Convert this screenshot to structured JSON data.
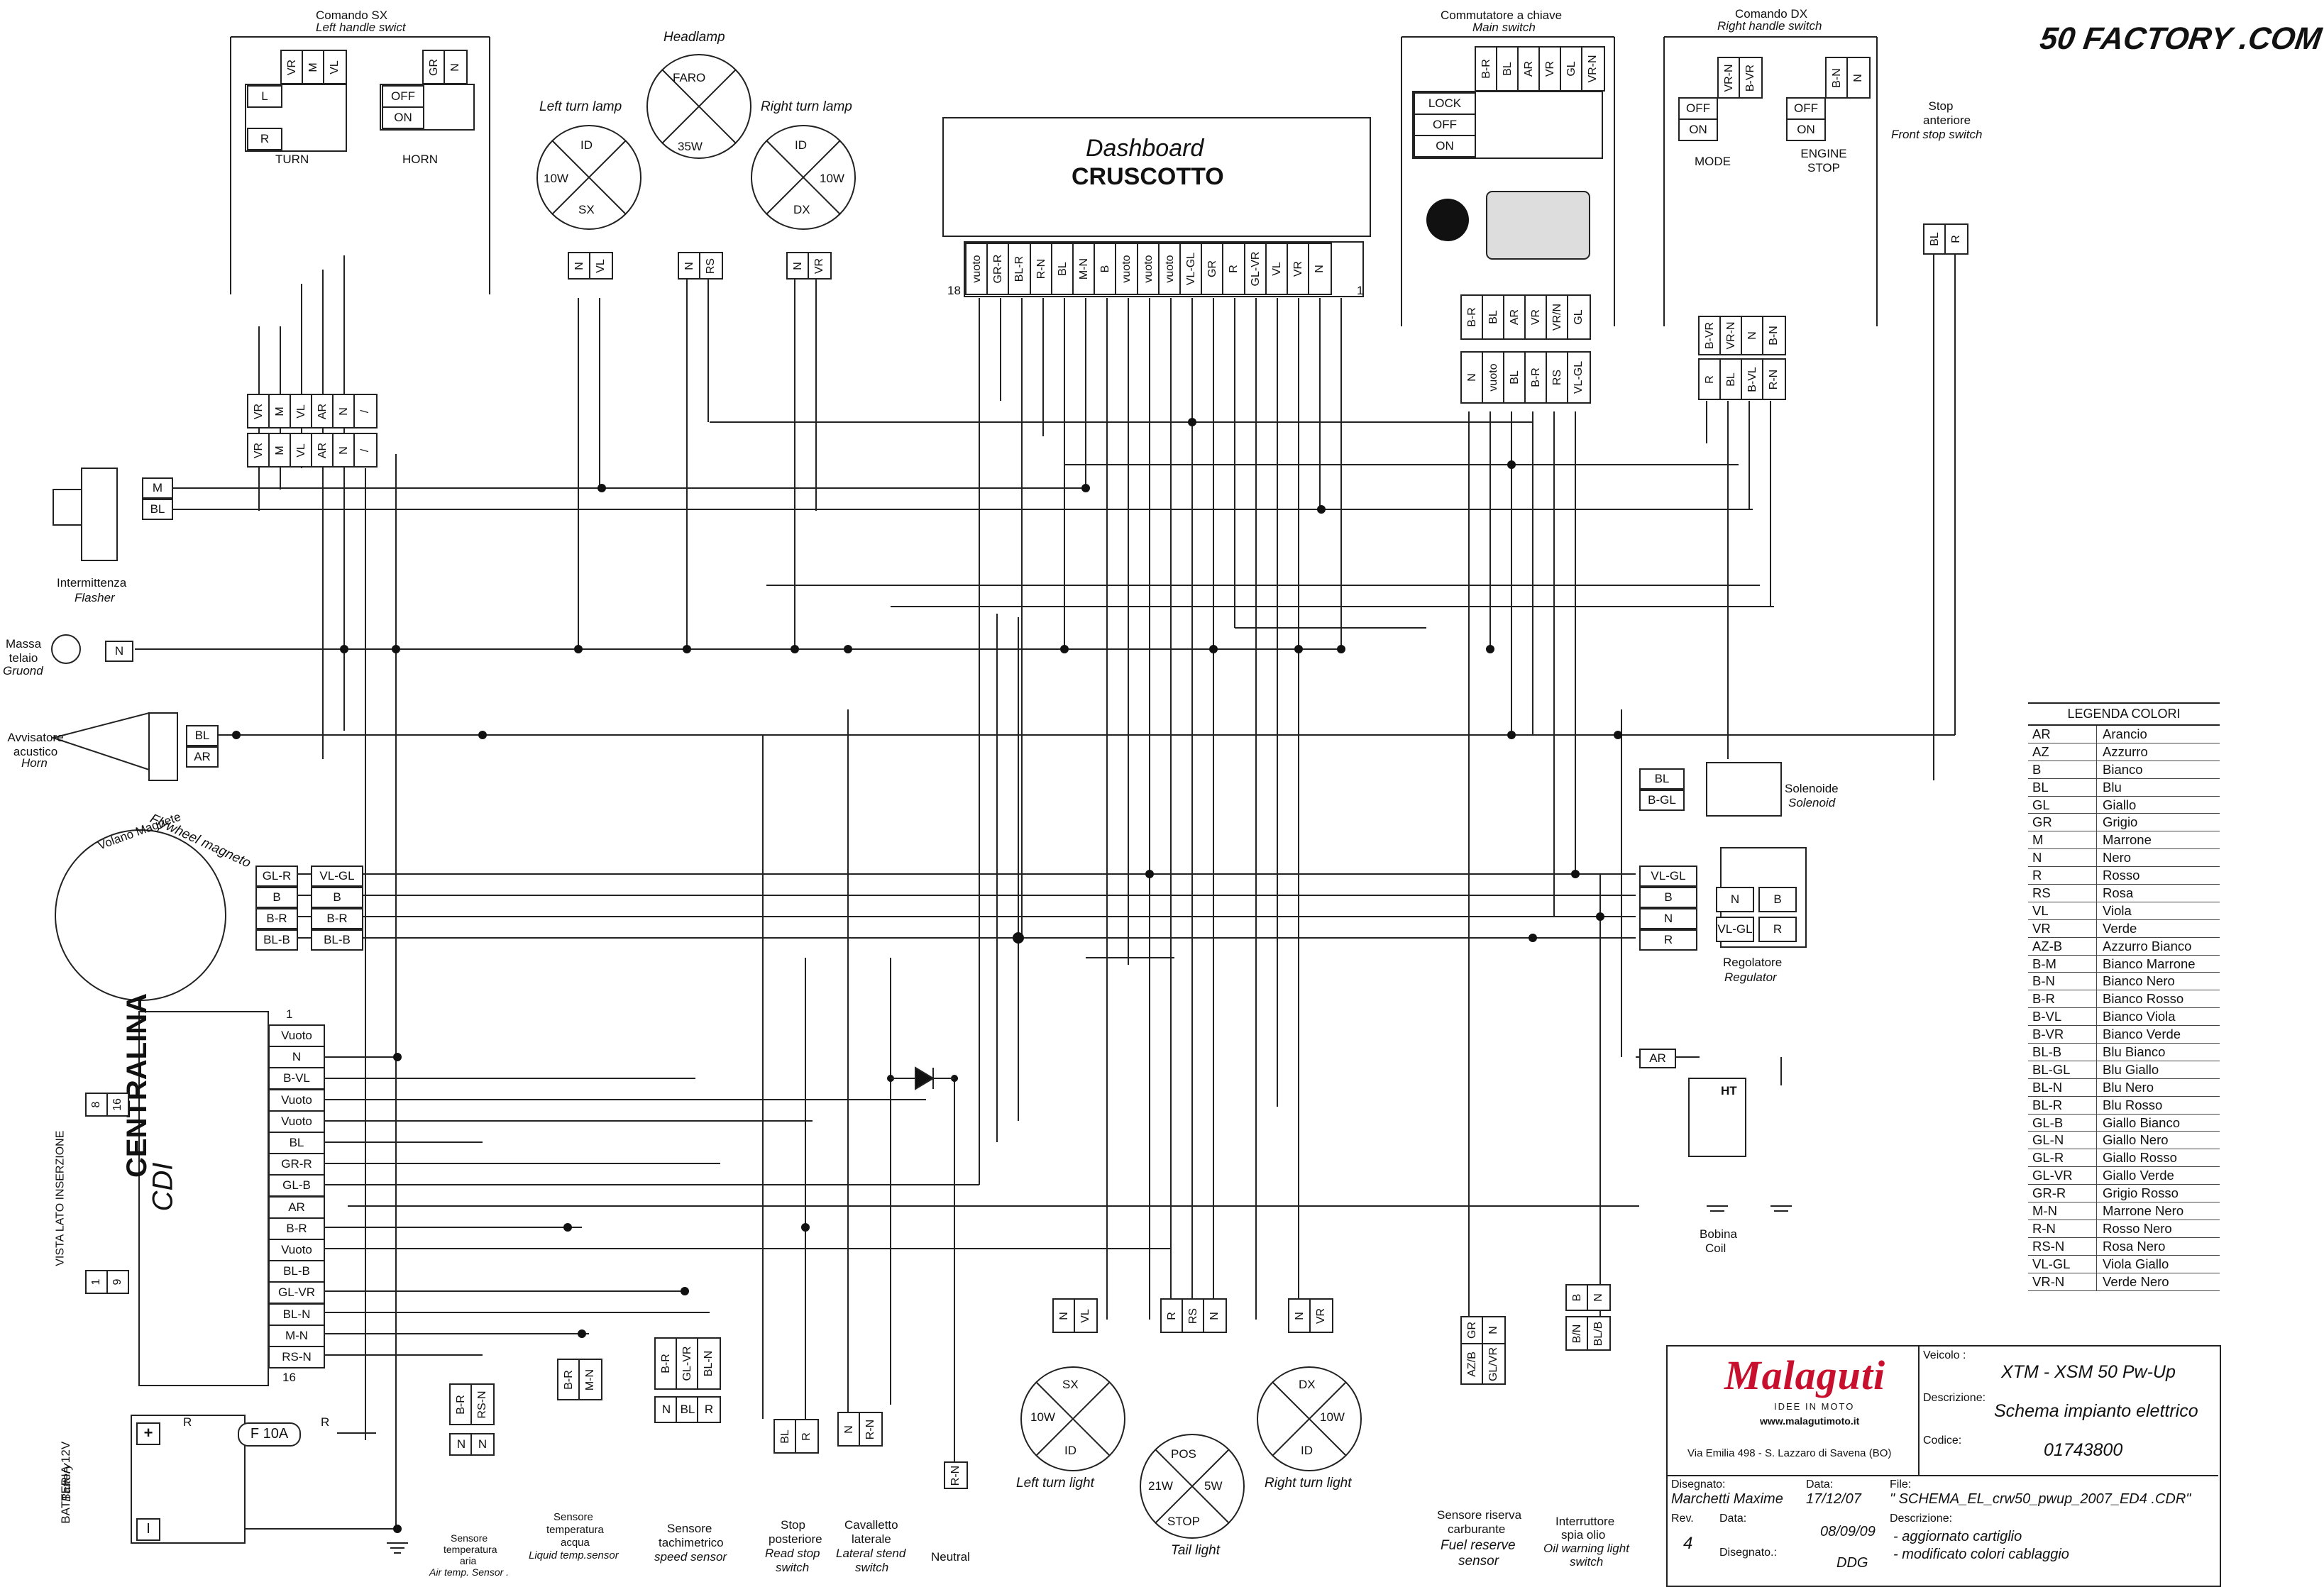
{
  "brand_logo": "50 FACTORY .COM",
  "dashboard": {
    "title_en": "Dashboard",
    "title_it": "CRUSCOTTO",
    "pins": [
      "vuoto",
      "GR-R",
      "BL-R",
      "R-N",
      "BL",
      "M-N",
      "B",
      "vuoto",
      "vuoto",
      "vuoto",
      "VL-GL",
      "GR",
      "R",
      "GL-VR",
      "VL",
      "VR",
      "N"
    ],
    "pin_first": "18",
    "pin_last": "1"
  },
  "left_switch": {
    "title_it": "Comando SX",
    "title_en": "Left handle swict",
    "turn_cols": [
      "VR",
      "M",
      "VL"
    ],
    "turn_rows": [
      "L",
      "",
      "R"
    ],
    "turn_label": "TURN",
    "horn_cols": [
      "GR",
      "N"
    ],
    "horn_rows": [
      "OFF",
      "ON"
    ],
    "horn_label": "HORN",
    "connector": [
      "VR",
      "M",
      "VL",
      "AR",
      "N",
      "/"
    ]
  },
  "headlamp": {
    "title": "Headlamp",
    "name": "FARO",
    "watt": "35W",
    "wires": [
      "N",
      "RS"
    ]
  },
  "left_turn_lamp": {
    "title": "Left turn lamp",
    "top": "ID",
    "left": "10W",
    "bottom": "SX",
    "wires": [
      "N",
      "VL"
    ]
  },
  "right_turn_lamp": {
    "title": "Right turn lamp",
    "top": "ID",
    "right": "10W",
    "bottom": "DX",
    "wires": [
      "N",
      "VR"
    ]
  },
  "main_switch": {
    "title_it": "Commutatore a chiave",
    "title_en": "Main switch",
    "cols": [
      "B-R",
      "BL",
      "AR",
      "VR",
      "GL",
      "VR-N"
    ],
    "rows": [
      "LOCK",
      "OFF",
      "ON"
    ],
    "conn_top": [
      "B-R",
      "BL",
      "AR",
      "VR",
      "VR/N",
      "GL"
    ],
    "conn_bottom": [
      "N",
      "vuoto",
      "BL",
      "B-R",
      "RS",
      "VL-GL"
    ]
  },
  "right_switch": {
    "title_it": "Comando DX",
    "title_en": "Right handle switch",
    "mode_cols": [
      "VR-N",
      "B-VR"
    ],
    "engine_cols": [
      "B-N",
      "N"
    ],
    "rows": [
      "OFF",
      "ON"
    ],
    "mode_label": "MODE",
    "engine_label": "ENGINE STOP",
    "conn_top": [
      "B-VR",
      "VR-N",
      "N",
      "B-N"
    ],
    "conn_bottom": [
      "R",
      "BL",
      "B-VL",
      "R-N"
    ]
  },
  "front_stop": {
    "title_it": "Stop anteriore",
    "title_en": "Front stop switch",
    "wires": [
      "BL",
      "R"
    ]
  },
  "flasher": {
    "title_it": "Intermittenza",
    "title_en": "Flasher",
    "pins": [
      "M",
      "BL"
    ]
  },
  "ground": {
    "title_it": "Massa telaio",
    "title_en": "Gruond",
    "pin": "N"
  },
  "horn": {
    "title_it": "Avvisatore acustico",
    "title_en": "Horn",
    "pins": [
      "BL",
      "AR"
    ]
  },
  "flywheel": {
    "title_it": "Volano Magnete",
    "title_en": "Flywheel magneto",
    "pins_a": [
      "GL-R",
      "B",
      "B-R",
      "BL-B"
    ],
    "pins_b": [
      "VL-GL",
      "B",
      "B-R",
      "BL-B"
    ]
  },
  "cdi": {
    "title_it": "CDI",
    "title_it2": "CENTRALINA",
    "side_label": "VISTA LATO INSERZIONE",
    "pins": [
      "Vuoto",
      "N",
      "B-VL",
      "Vuoto",
      "Vuoto",
      "BL",
      "GR-R",
      "GL-B",
      "AR",
      "B-R",
      "Vuoto",
      "BL-B",
      "GL-VR",
      "BL-N",
      "M-N",
      "RS-N"
    ],
    "pin_first": "1",
    "pin_last": "16",
    "grid_nums": [
      "8",
      "16",
      "1",
      "9"
    ]
  },
  "battery": {
    "title_it": "BATTERIA 12V",
    "title_en": "Battery",
    "plus": "+",
    "minus": "I",
    "fuse": "F 10A",
    "wire": "R"
  },
  "solenoid": {
    "title_it": "Solenoide",
    "title_en": "Solenoid",
    "pins": [
      "BL",
      "B-GL"
    ]
  },
  "regulator": {
    "title_it": "Regolatore",
    "title_en": "Regulator",
    "pins": [
      "VL-GL",
      "B",
      "N",
      "R"
    ],
    "plug": [
      "N",
      "B",
      "VL-GL",
      "R"
    ]
  },
  "coil": {
    "title_it": "Bobina",
    "title_it2": "Coil",
    "ht": "HT",
    "pin": "AR"
  },
  "air_sensor": {
    "t1": "Sensore",
    "t2": "temperatura",
    "t3": "aria",
    "t4": "Air temp. Sensor .",
    "pins": [
      "B-R",
      "RS-N"
    ],
    "pins2": [
      "N",
      "N"
    ]
  },
  "water_sensor": {
    "t1": "Sensore",
    "t2": "temperatura",
    "t3": "acqua",
    "t4": "Liquid temp.sensor",
    "pins": [
      "B-R",
      "M-N"
    ]
  },
  "speed_sensor": {
    "t1": "Sensore",
    "t2": "tachimetrico",
    "t3": "speed sensor",
    "pins": [
      "B-R",
      "GL-VR",
      "BL-N"
    ],
    "pins2": [
      "N",
      "BL",
      "R"
    ]
  },
  "rear_stop": {
    "t1": "Stop",
    "t2": "posteriore",
    "t3": "Read stop",
    "t4": "switch",
    "pins": [
      "BL",
      "R"
    ]
  },
  "side_stand": {
    "t1": "Cavalletto",
    "t2": "laterale",
    "t3": "Lateral stend",
    "t4": "switch",
    "pins": [
      "N",
      "R-N"
    ]
  },
  "neutral": {
    "label": "Neutral",
    "wire": "R-N"
  },
  "left_turn_light": {
    "title": "Left  turn light",
    "top": "SX",
    "left": "10W",
    "bottom": "ID",
    "wires": [
      "N",
      "VL"
    ]
  },
  "tail_light": {
    "title": "Tail light",
    "top": "POS",
    "left": "21W",
    "right": "5W",
    "bottom": "STOP",
    "wires": [
      "R",
      "RS",
      "N"
    ]
  },
  "right_turn_light": {
    "title": "Right turn light",
    "top": "DX",
    "right": "10W",
    "bottom": "ID",
    "wires": [
      "N",
      "VR"
    ]
  },
  "fuel_sensor": {
    "t1": "Sensore riserva",
    "t2": "carburante",
    "t3": "Fuel reserve",
    "t4": "sensor",
    "pins": [
      "GR",
      "N"
    ],
    "pins2": [
      "AZ/B",
      "GL/VR"
    ]
  },
  "oil_switch": {
    "t1": "Interruttore",
    "t2": "spia olio",
    "t3": "Oil warning light",
    "t4": "switch",
    "pins": [
      "B",
      "N"
    ],
    "pins2": [
      "B/N",
      "BL/B"
    ]
  },
  "legend": {
    "title": "LEGENDA COLORI",
    "rows": [
      [
        "AR",
        "Arancio"
      ],
      [
        "AZ",
        "Azzurro"
      ],
      [
        "B",
        "Bianco"
      ],
      [
        "BL",
        "Blu"
      ],
      [
        "GL",
        "Giallo"
      ],
      [
        "GR",
        "Grigio"
      ],
      [
        "M",
        "Marrone"
      ],
      [
        "N",
        "Nero"
      ],
      [
        "R",
        "Rosso"
      ],
      [
        "RS",
        "Rosa"
      ],
      [
        "VL",
        "Viola"
      ],
      [
        "VR",
        "Verde"
      ],
      [
        "AZ-B",
        "Azzurro Bianco"
      ],
      [
        "B-M",
        "Bianco Marrone"
      ],
      [
        "B-N",
        "Bianco Nero"
      ],
      [
        "B-R",
        "Bianco Rosso"
      ],
      [
        "B-VL",
        "Bianco Viola"
      ],
      [
        "B-VR",
        "Bianco Verde"
      ],
      [
        "BL-B",
        "Blu Bianco"
      ],
      [
        "BL-GL",
        "Blu Giallo"
      ],
      [
        "BL-N",
        "Blu Nero"
      ],
      [
        "BL-R",
        "Blu Rosso"
      ],
      [
        "GL-B",
        "Giallo Bianco"
      ],
      [
        "GL-N",
        "Giallo Nero"
      ],
      [
        "GL-R",
        "Giallo Rosso"
      ],
      [
        "GL-VR",
        "Giallo Verde"
      ],
      [
        "GR-R",
        "Grigio Rosso"
      ],
      [
        "M-N",
        "Marrone Nero"
      ],
      [
        "R-N",
        "Rosso Nero"
      ],
      [
        "RS-N",
        "Rosa Nero"
      ],
      [
        "VL-GL",
        "Viola Giallo"
      ],
      [
        "VR-N",
        "Verde Nero"
      ]
    ]
  },
  "title_block": {
    "brand": "Malaguti",
    "brand_sub": "IDEE IN MOTO",
    "site": "www.malagutimoto.it",
    "address": "Via Emilia 498 -  S. Lazzaro di Savena (BO)",
    "veicolo_label": "Veicolo :",
    "veicolo": "XTM - XSM 50 Pw-Up",
    "descr_label": "Descrizione:",
    "descr": "Schema impianto elettrico",
    "codice_label": "Codice:",
    "codice": "01743800",
    "disegnato_label": "Disegnato:",
    "disegnato": "Marchetti Maxime",
    "data_label": "Data:",
    "data": "17/12/07",
    "file_label": "File:",
    "file": "\" SCHEMA_EL_crw50_pwup_2007_ED4 .CDR\"",
    "rev_label": "Rev.",
    "rev": "4",
    "data2_label": "Data:",
    "data2": "08/09/09",
    "disegnato2_label": "Disegnato.:",
    "disegnato2": "DDG",
    "descrizione_label": "Descrizione:",
    "note1": "- aggiornato cartiglio",
    "note2": "- modificato colori cablaggio"
  }
}
